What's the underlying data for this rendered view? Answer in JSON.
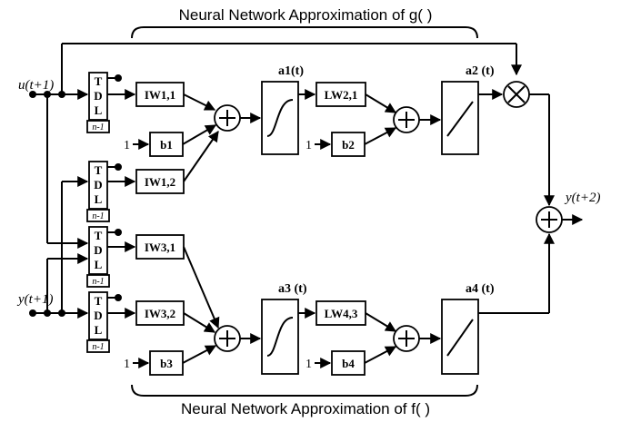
{
  "labels": {
    "top_caption": "Neural Network Approximation of g( )",
    "bottom_caption": "Neural Network Approximation of f( )",
    "input_u": "u(t+1)",
    "input_y": "y(t+1)",
    "output": "y(t+2)",
    "a1": "a1(t)",
    "a2": "a2 (t)",
    "a3": "a3 (t)",
    "a4": "a4 (t)",
    "iw11": "IW1,1",
    "iw12": "IW1,2",
    "iw31": "IW3,1",
    "iw32": "IW3,2",
    "lw21": "LW2,1",
    "lw43": "LW4,3",
    "b1": "b1",
    "b2": "b2",
    "b3": "b3",
    "b4": "b4",
    "bias_input": "1",
    "tdl_t": "T",
    "tdl_d": "D",
    "tdl_l": "L",
    "tdl_n": "n-1"
  }
}
